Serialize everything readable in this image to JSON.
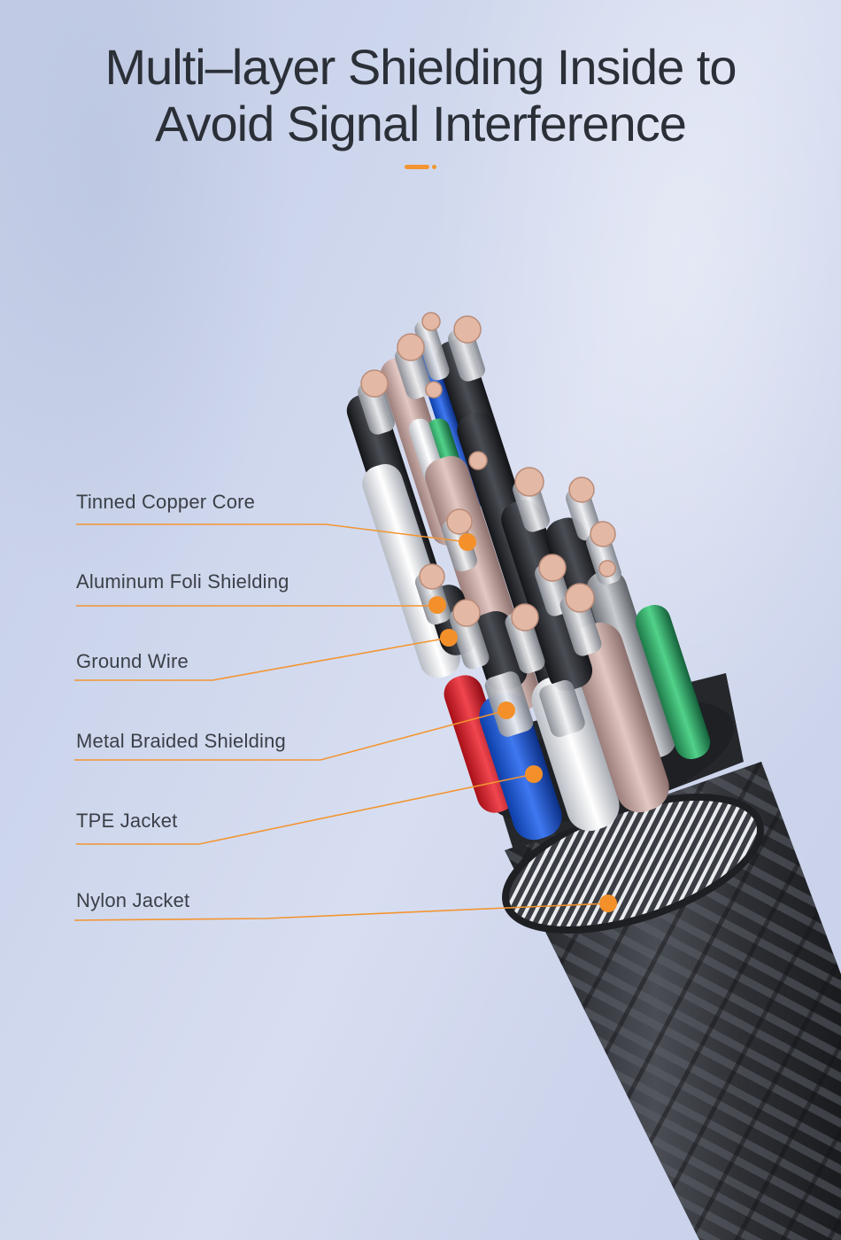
{
  "header": {
    "title_line1": "Multi–layer Shielding Inside to",
    "title_line2": "Avoid Signal Interference",
    "accent_color": "#f39531"
  },
  "callouts": [
    {
      "label": "Tinned Copper Core"
    },
    {
      "label": "Aluminum Foli Shielding"
    },
    {
      "label": "Ground Wire"
    },
    {
      "label": "Metal Braided Shielding"
    },
    {
      "label": "TPE Jacket"
    },
    {
      "label": "Nylon Jacket"
    }
  ],
  "colors": {
    "background": "#cdd6ec",
    "text": "#2b2f37",
    "callout_line": "#f39531",
    "callout_dot": "#f3902a",
    "nylon_jacket": "#2c2e33",
    "copper": "#e3b8a4"
  }
}
